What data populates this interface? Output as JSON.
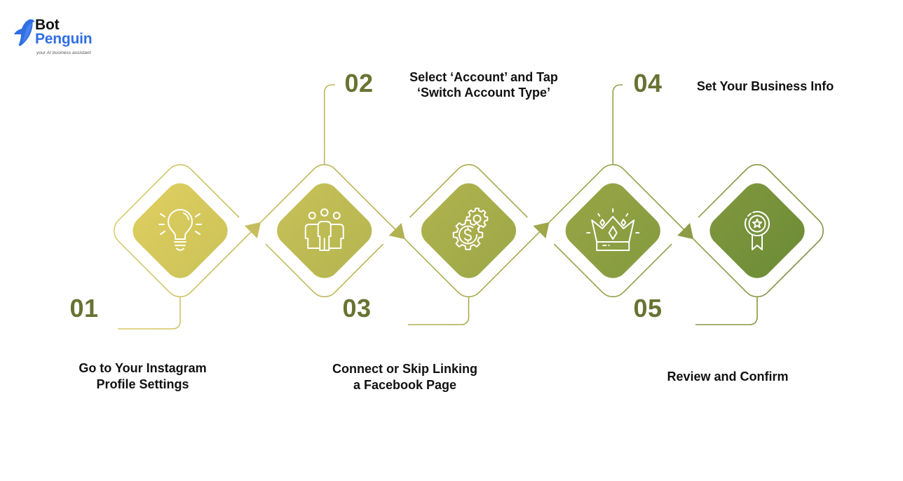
{
  "logo": {
    "brand_line1": "Bot",
    "brand_line2": "Penguin",
    "tagline": "your AI business assistant",
    "icon": "penguin-icon",
    "brand_color": "#2f6fe4"
  },
  "theme": {
    "number_color": "#687332",
    "label_color": "#111111",
    "icon_color": "#ffffff",
    "outline_gradient": [
      "#dac96a",
      "#a9ab4d",
      "#7b9240"
    ],
    "fill_gradient": [
      "#ddcd5f",
      "#a6ad4b",
      "#6e8d37"
    ]
  },
  "steps": [
    {
      "number": "01",
      "title_lines": [
        "Go to Your Instagram",
        "Profile Settings"
      ],
      "icon": "lightbulb-icon"
    },
    {
      "number": "02",
      "title_lines": [
        "Select ‘Account’ and Tap",
        "‘Switch Account Type’"
      ],
      "icon": "people-icon"
    },
    {
      "number": "03",
      "title_lines": [
        "Connect or Skip Linking",
        "a Facebook Page"
      ],
      "icon": "gear-dollar-icon"
    },
    {
      "number": "04",
      "title_lines": [
        "Set Your Business Info"
      ],
      "icon": "crown-icon"
    },
    {
      "number": "05",
      "title_lines": [
        "Review and Confirm"
      ],
      "icon": "medal-icon"
    }
  ]
}
